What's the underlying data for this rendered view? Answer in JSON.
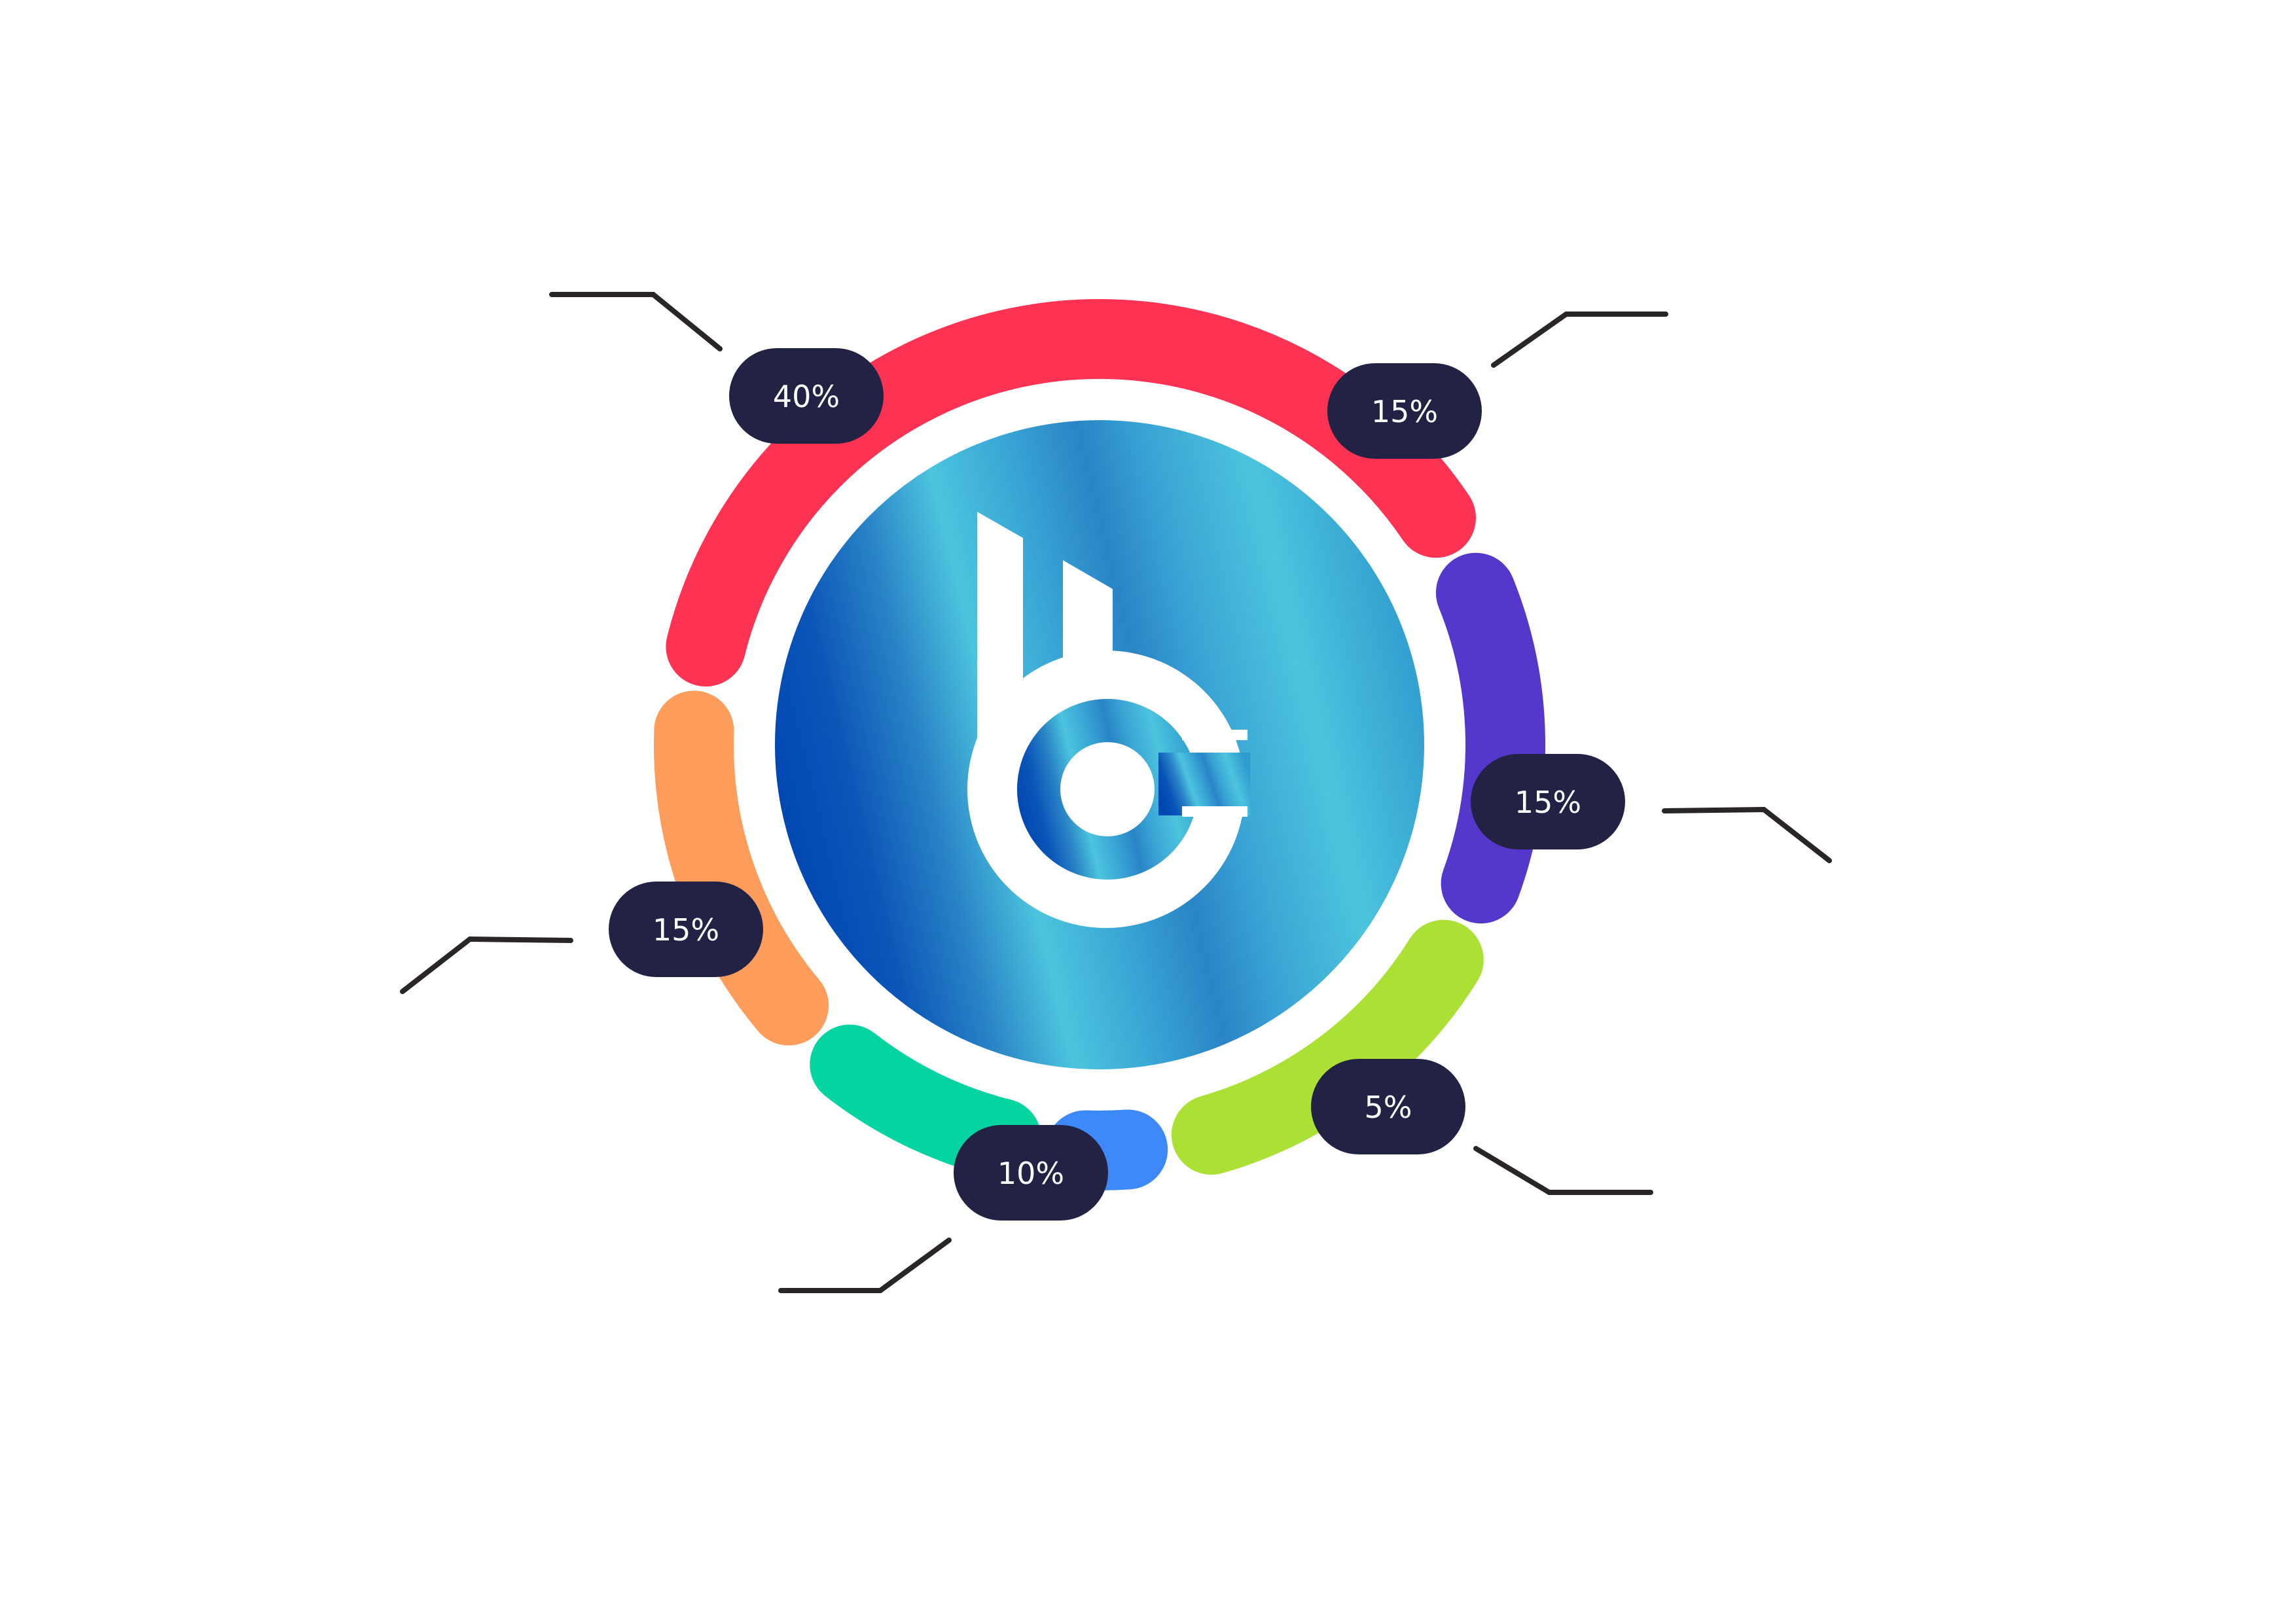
{
  "chart_data": {
    "type": "pie",
    "title": "",
    "slices": [
      {
        "label": "",
        "value": 40,
        "value_label": "40%",
        "color": "#fe3252"
      },
      {
        "label": "",
        "value": 15,
        "value_label": "15%",
        "color": "#5637cc"
      },
      {
        "label": "",
        "value": 15,
        "value_label": "15%",
        "color": "#abe035"
      },
      {
        "label": "",
        "value": 5,
        "value_label": "5%",
        "color": "#3e89fa"
      },
      {
        "label": "",
        "value": 10,
        "value_label": "10%",
        "color": "#04d49f"
      },
      {
        "label": "",
        "value": 15,
        "value_label": "15%",
        "color": "#fd9c5b"
      }
    ]
  },
  "colors": {
    "pill": "#222244",
    "leader": "#2a2628",
    "ring_light": "#4cc4de",
    "ring_mid": "#2a84c6",
    "ring_dark": "#0246b1"
  },
  "center_icon": "bc-logo-icon"
}
